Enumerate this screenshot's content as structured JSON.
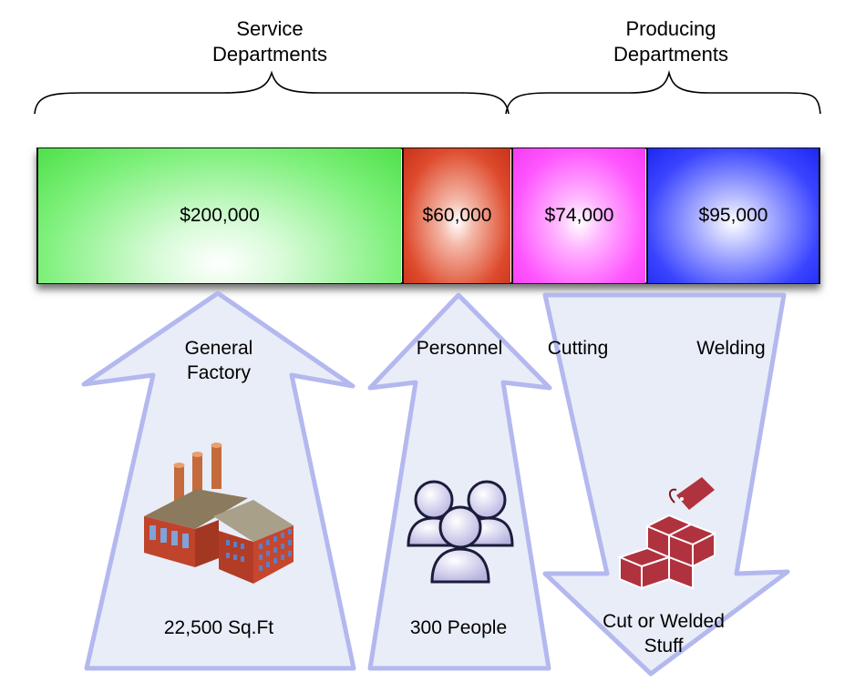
{
  "headers": {
    "service": "Service\nDepartments",
    "producing": "Producing\nDepartments"
  },
  "segments": [
    {
      "value": "$200,000",
      "color": "#4fe04a"
    },
    {
      "value": "$60,000",
      "color": "#c8331a"
    },
    {
      "value": "$74,000",
      "color": "#f43cf4"
    },
    {
      "value": "$95,000",
      "color": "#1d28f0"
    }
  ],
  "arrows": {
    "general_factory": {
      "label": "General\nFactory",
      "basis": "22,500 Sq.Ft",
      "icon": "factory-icon"
    },
    "personnel": {
      "label": "Personnel",
      "basis": "300 People",
      "icon": "people-icon"
    },
    "producing": {
      "label_cutting": "Cutting",
      "label_welding": "Welding",
      "output": "Cut or Welded\nStuff",
      "icon": "gift-boxes-icon"
    }
  },
  "colors": {
    "arrow_fill": "#e9edf8",
    "arrow_stroke": "#b3b8ef"
  }
}
